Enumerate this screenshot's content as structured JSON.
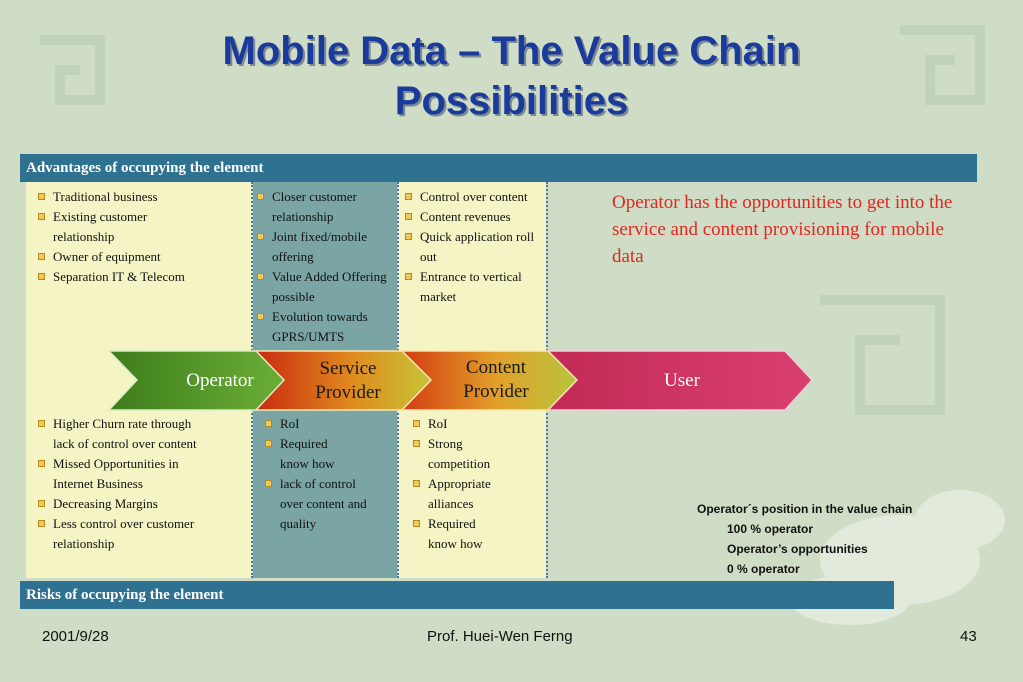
{
  "slide": {
    "title_line1": "Mobile Data – The Value Chain",
    "title_line2": "Possibilities"
  },
  "bands": {
    "advantages": "Advantages of occupying the element",
    "risks": "Risks of occupying the element"
  },
  "advantages": {
    "operator": [
      "Traditional business",
      "Existing customer",
      "relationship",
      "Owner of equipment",
      "Separation IT & Telecom"
    ],
    "service_provider": [
      "Closer customer",
      "relationship",
      "Joint fixed/mobile",
      "offering",
      "Value Added Offering",
      "possible",
      "Evolution towards",
      "GPRS/UMTS"
    ],
    "content_provider": [
      "Control over content",
      "Content revenues",
      "Quick application roll",
      "out",
      "Entrance to vertical",
      "market"
    ]
  },
  "risks": {
    "operator": [
      "Higher Churn rate through",
      "lack of control over content",
      "Missed Opportunities in",
      "Internet Business",
      "Decreasing Margins",
      "Less control over customer",
      "relationship"
    ],
    "service_provider": [
      "RoI",
      "Required",
      "know how",
      "lack of control",
      "over content and",
      "quality"
    ],
    "content_provider": [
      "RoI",
      "Strong",
      "competition",
      "Appropriate",
      "alliances",
      "Required",
      "know how"
    ]
  },
  "chain": {
    "operator": "Operator",
    "service_line1": "Service",
    "service_line2": "Provider",
    "content_line1": "Content",
    "content_line2": "Provider",
    "user": "User"
  },
  "note": "Operator has the opportunities to get into the service and content provisioning for mobile data",
  "legend": {
    "heading": "Operator´s position in the value chain",
    "item1": "100 % operator",
    "item2": "Operator’s opportunities",
    "item3": "0 % operator"
  },
  "footer": {
    "date": "2001/9/28",
    "author": "Prof. Huei-Wen Ferng",
    "page": "43"
  },
  "colors": {
    "title": "#1a3a9c",
    "band": "#2f7190",
    "note": "#e5261f",
    "operator_arrow": "#5a9a2c",
    "service_arrow": "#d94a1a",
    "content_arrow": "#d9861a",
    "user_arrow": "#d23a62"
  }
}
